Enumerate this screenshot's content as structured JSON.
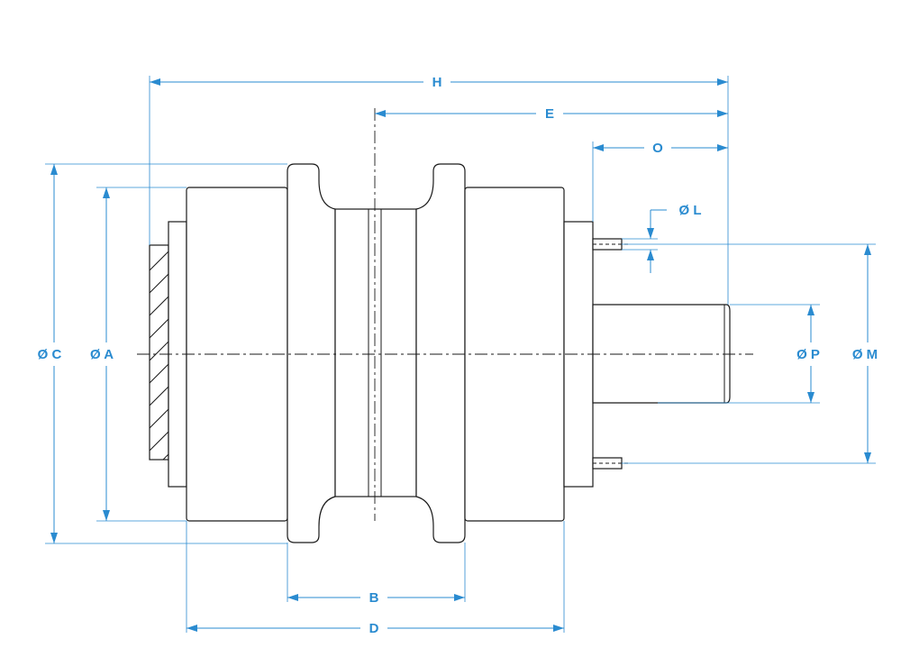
{
  "diagram": {
    "labels": {
      "H": "H",
      "E": "E",
      "O": "O",
      "L": "Ø L",
      "C": "Ø C",
      "A": "Ø A",
      "P": "Ø P",
      "M": "Ø M",
      "B": "B",
      "D": "D"
    },
    "colors": {
      "dimension": "#2a8bd0",
      "outline": "#1a1a1a",
      "background": "#ffffff"
    }
  }
}
